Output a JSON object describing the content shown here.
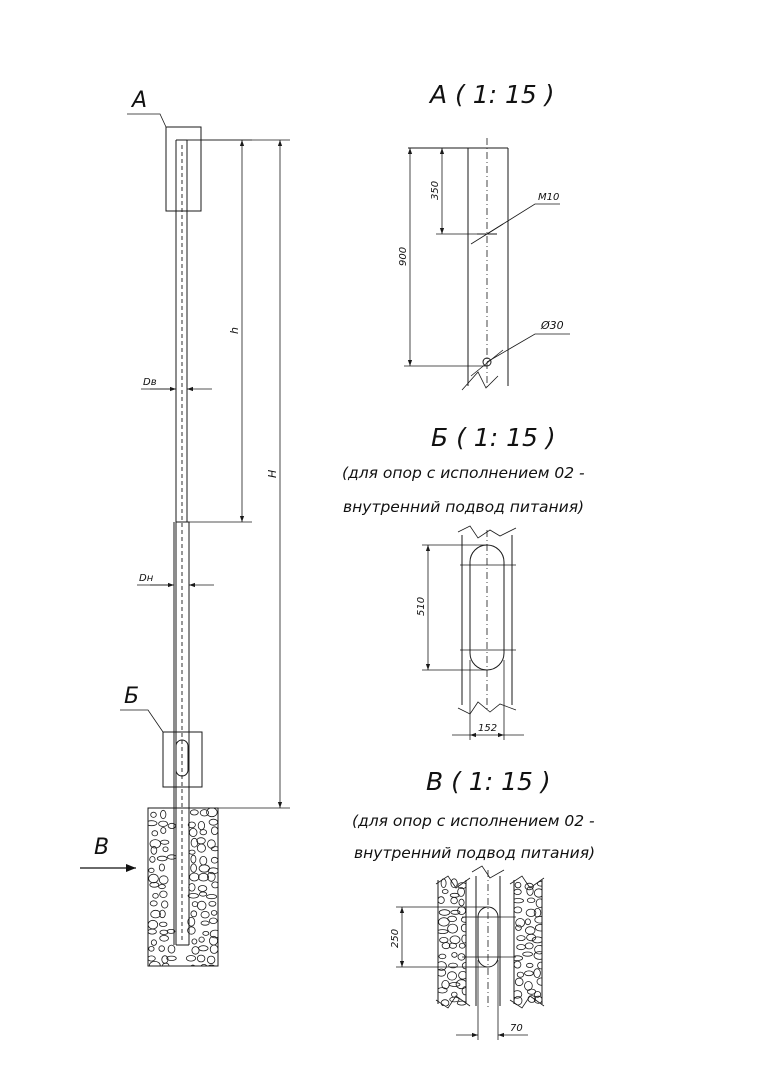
{
  "main_view": {
    "callout_a": "А",
    "callout_b": "Б",
    "view_arrow": "В",
    "dim_h": "h",
    "dim_H": "H",
    "dim_dv": "Dв",
    "dim_dn": "Dн"
  },
  "view_a": {
    "title": "А ( 1: 15 )",
    "dim_350": "350",
    "dim_900": "900",
    "thread": "M10",
    "hole": "Ø30"
  },
  "view_b": {
    "title": "Б ( 1: 15 )",
    "note_line1": "(для опор с исполнением 02 -",
    "note_line2": "внутренний подвод питания)",
    "dim_510": "510",
    "dim_152": "152"
  },
  "view_v": {
    "title": "В ( 1: 15 )",
    "note_line1": "(для опор с исполнением 02 -",
    "note_line2": "внутренний подвод питания)",
    "dim_250": "250",
    "dim_70": "70"
  },
  "colors": {
    "line": "#1a1a1a",
    "background": "#ffffff"
  }
}
